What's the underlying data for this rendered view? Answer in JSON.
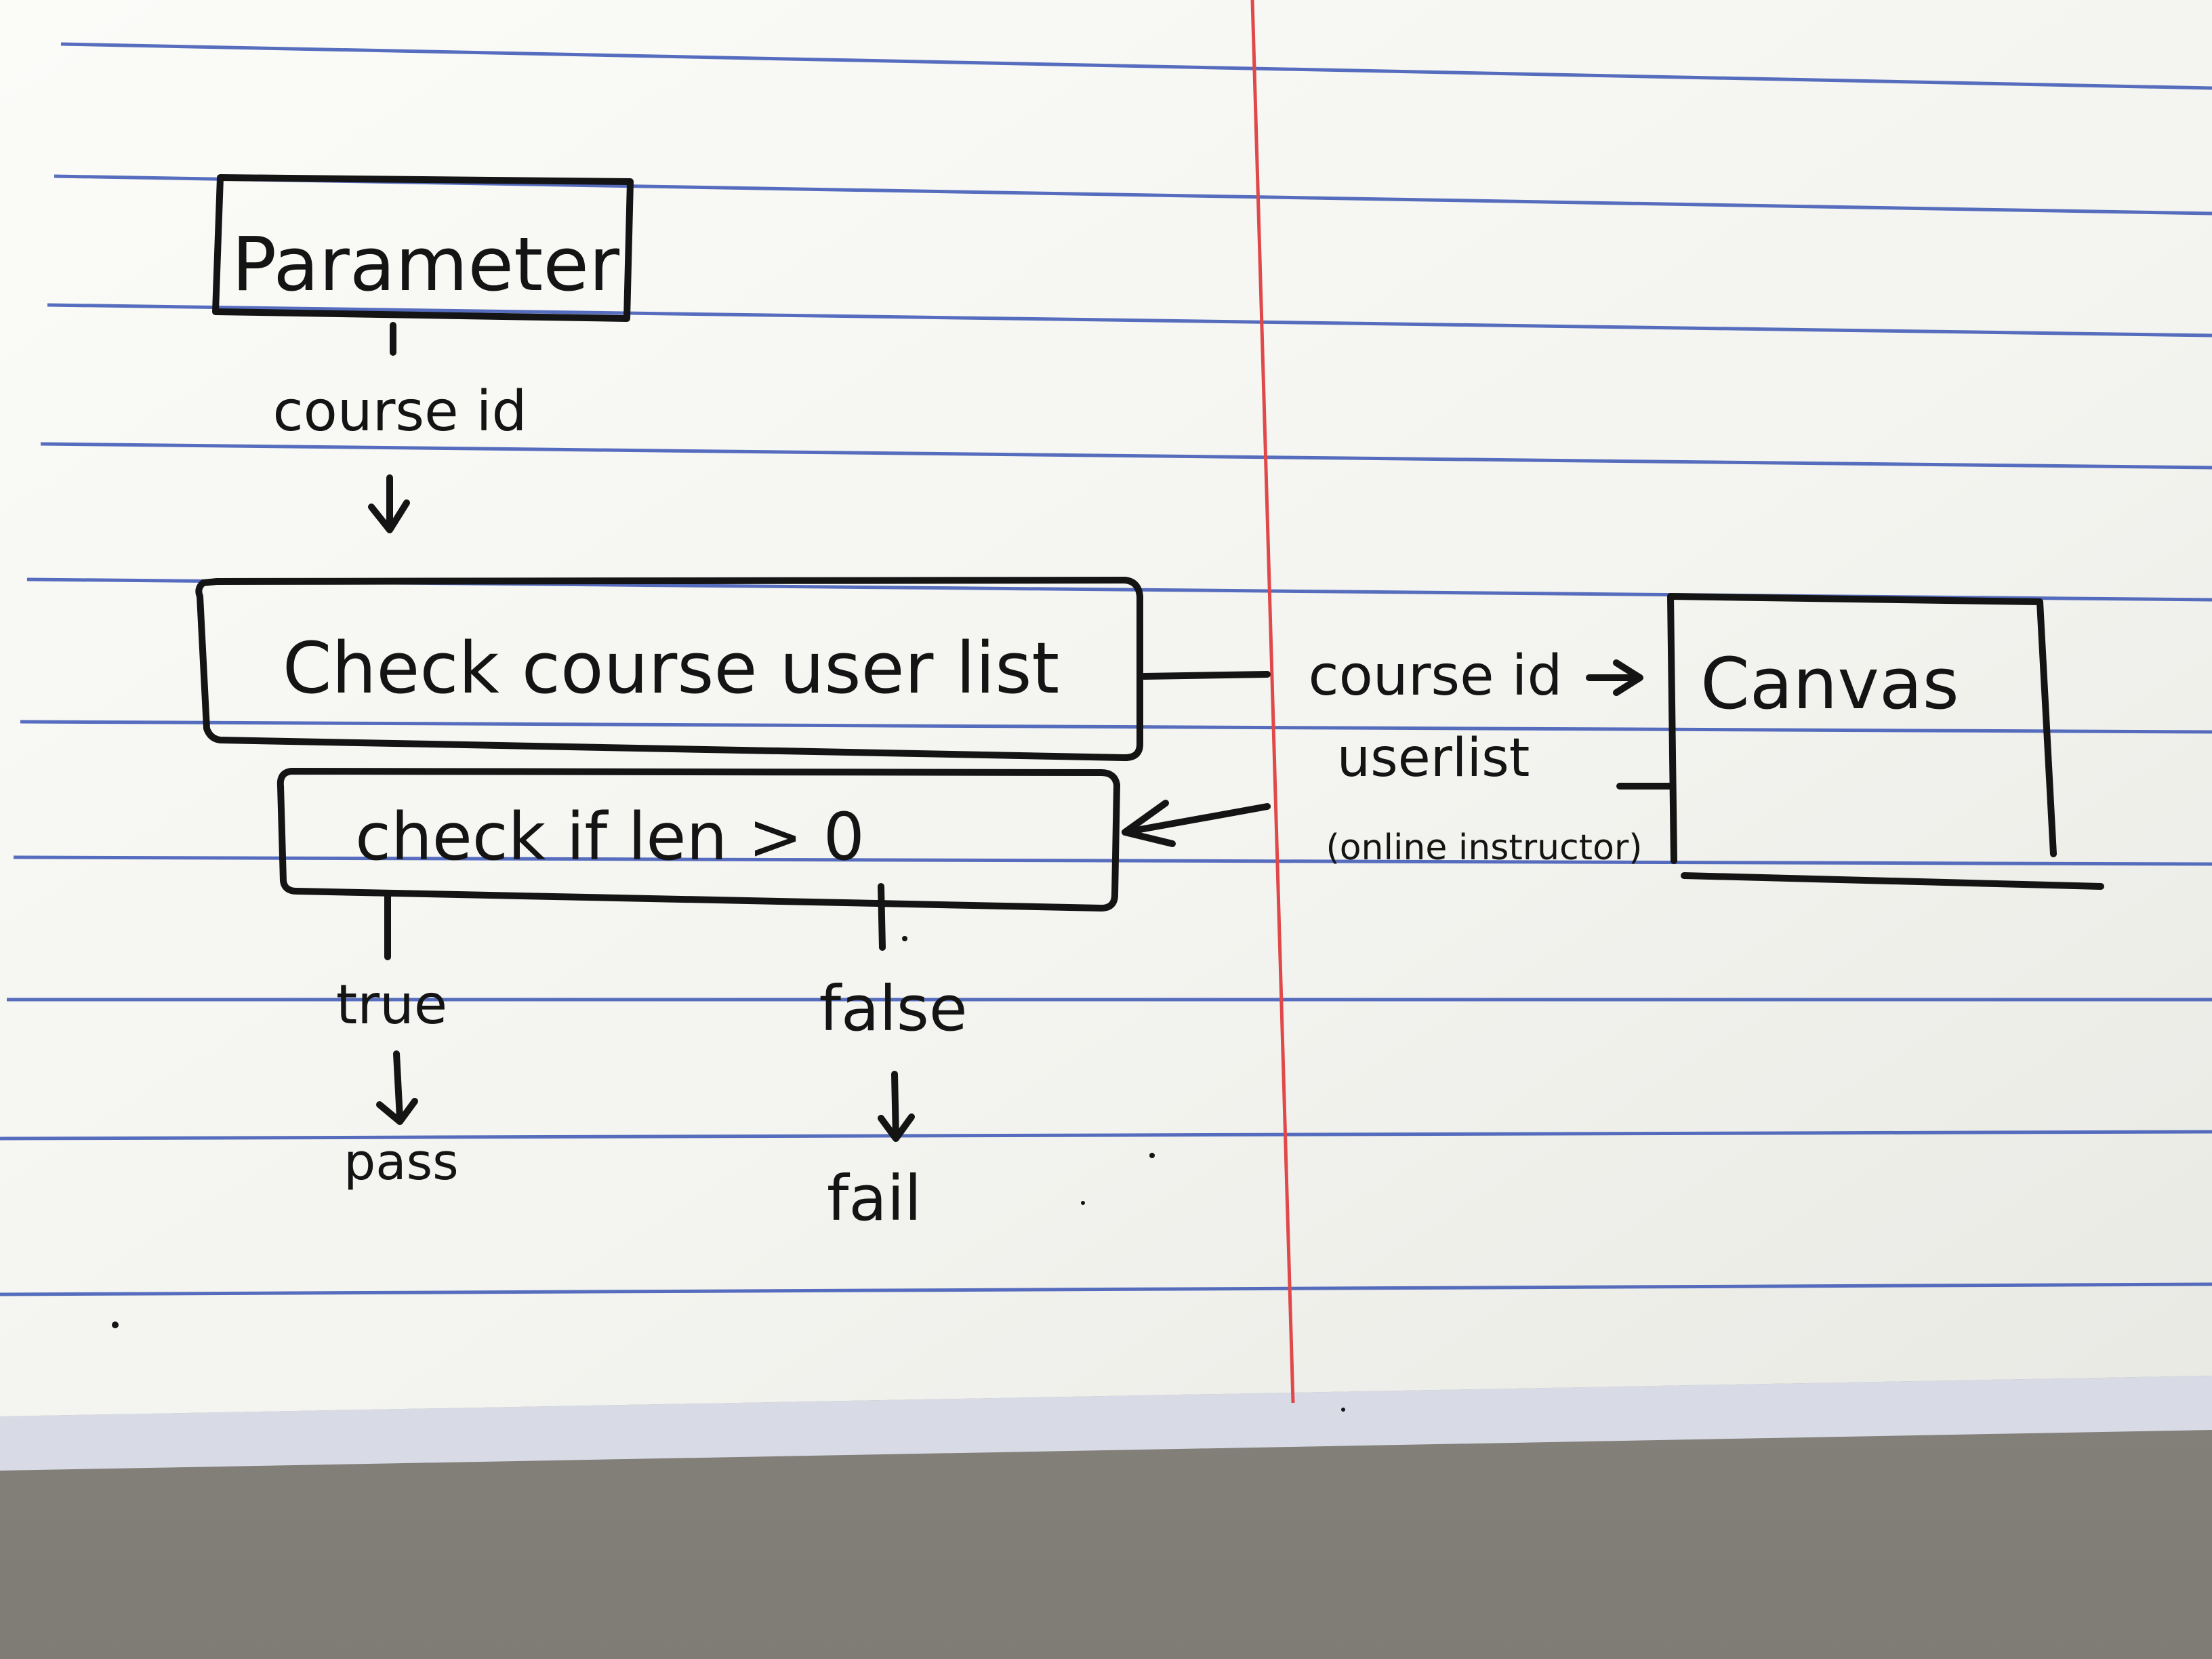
{
  "diagram": {
    "parameter_box": "Parameter",
    "param_edge_label": "course id",
    "check_user_list_box": "Check course user list",
    "request_label": "course id",
    "canvas_box": "Canvas",
    "response_label_1": "userlist",
    "response_label_2": "(online instructor)",
    "check_len_box": "check if len > 0",
    "true_label": "true",
    "false_label": "false",
    "pass_label": "pass",
    "fail_label": "fail"
  },
  "colors": {
    "paper": "#f6f6f3",
    "rule_line": "#3a55b5",
    "margin_line": "#e0484a",
    "ink": "#141414",
    "desk": "#8e8a84"
  }
}
